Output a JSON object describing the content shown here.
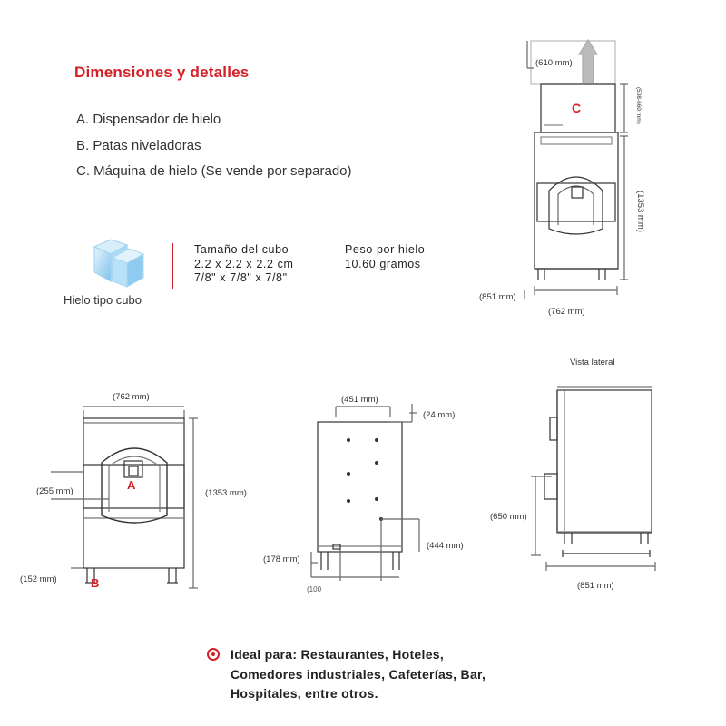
{
  "header": {
    "title": "Dimensiones y detalles"
  },
  "parts": [
    "A. Dispensador de hielo",
    "B. Patas niveladoras",
    "C. Máquina de hielo (Se vende por separado)"
  ],
  "ice": {
    "caption": "Hielo tipo cubo",
    "cube_label": "Tamaño del cubo",
    "cube_cm": "2.2 x 2.2 x 2.2 cm",
    "cube_in": "7/8\" x 7/8\" x 7/8\"",
    "weight_label": "Peso por hielo",
    "weight_value": "10.60 gramos"
  },
  "top_view": {
    "w610": "(610 mm)",
    "h508_660": "(508-660 mm)",
    "label_c": "C",
    "h1353": "(1353 mm)",
    "d851": "(851 mm)",
    "w762": "(762 mm)"
  },
  "front_view": {
    "w762": "(762 mm)",
    "h255": "(255 mm)",
    "label_a": "A",
    "h1353": "(1353 mm)",
    "h152": "(152 mm)",
    "label_b": "B"
  },
  "back_view": {
    "w451": "(451 mm)",
    "h24": "(24 mm)",
    "h178": "(178 mm)",
    "h444": "(444 mm)",
    "cut_label": "(100"
  },
  "side_view": {
    "title": "Vista lateral",
    "h650": "(650 mm)",
    "d851": "(851 mm)"
  },
  "footer": {
    "lines": [
      "Ideal para: Restaurantes, Hoteles,",
      "Comedores industriales, Cafeterías, Bar,",
      "Hospitales,  entre otros."
    ]
  },
  "colors": {
    "accent": "#d41f26",
    "line": "#333333",
    "ice": "#8fc9ee"
  }
}
